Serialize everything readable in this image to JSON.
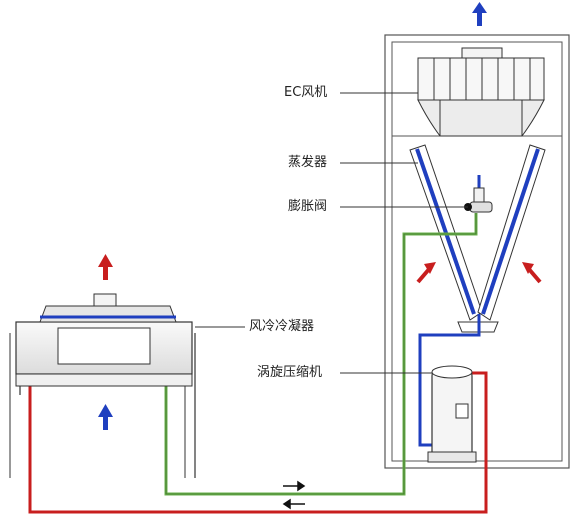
{
  "labels": {
    "ec_fan": "EC风机",
    "evaporator": "蒸发器",
    "expansion_valve": "膨胀阀",
    "air_cooled_condenser": "风冷冷凝器",
    "scroll_compressor": "涡旋压缩机"
  },
  "colors": {
    "liquid_line": "#6ab04c",
    "suction_line": "#1f3fbf",
    "discharge_line": "#c81e1e",
    "hot_air_arrow": "#c81e1e",
    "cool_air_arrow": "#1f3fbf"
  }
}
